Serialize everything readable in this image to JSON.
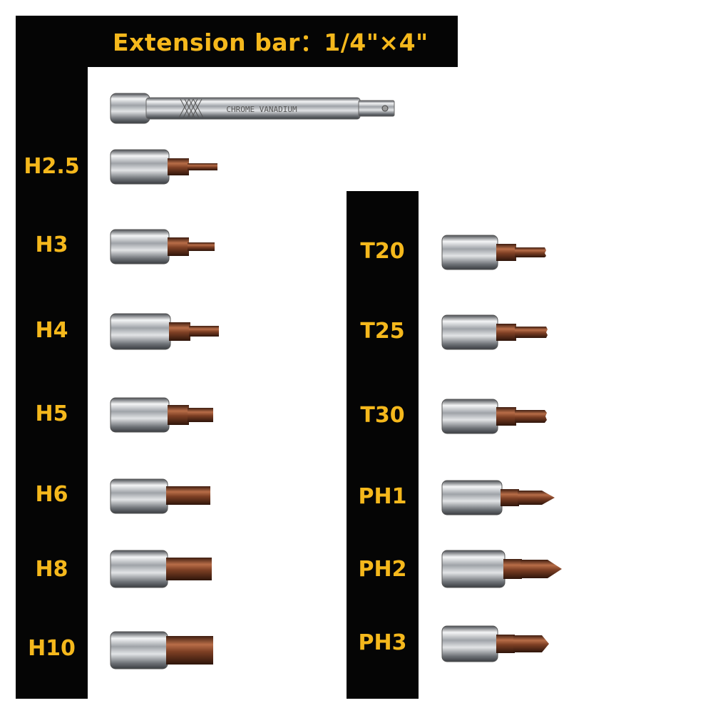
{
  "banner": {
    "title": "Extension bar：1/4\"×4\""
  },
  "extension_bar": {
    "engraving": "CHROME VANADIUM"
  },
  "left_column": {
    "labels": [
      "H2.5",
      "H3",
      "H4",
      "H5",
      "H6",
      "H8",
      "H10"
    ]
  },
  "right_column": {
    "labels": [
      "T20",
      "T25",
      "T30",
      "PH1",
      "PH2",
      "PH3"
    ]
  },
  "colors": {
    "background": "#ffffff",
    "panel": "#050505",
    "label_text": "#f5b81c",
    "chrome": "#c9ccd0",
    "bit_bronze": "#8a4a2c"
  },
  "icons": {
    "hex_bit": "hex-bit-socket-icon",
    "torx_bit": "torx-bit-socket-icon",
    "phillips_bit": "phillips-bit-socket-icon",
    "extension": "extension-bar-icon"
  }
}
